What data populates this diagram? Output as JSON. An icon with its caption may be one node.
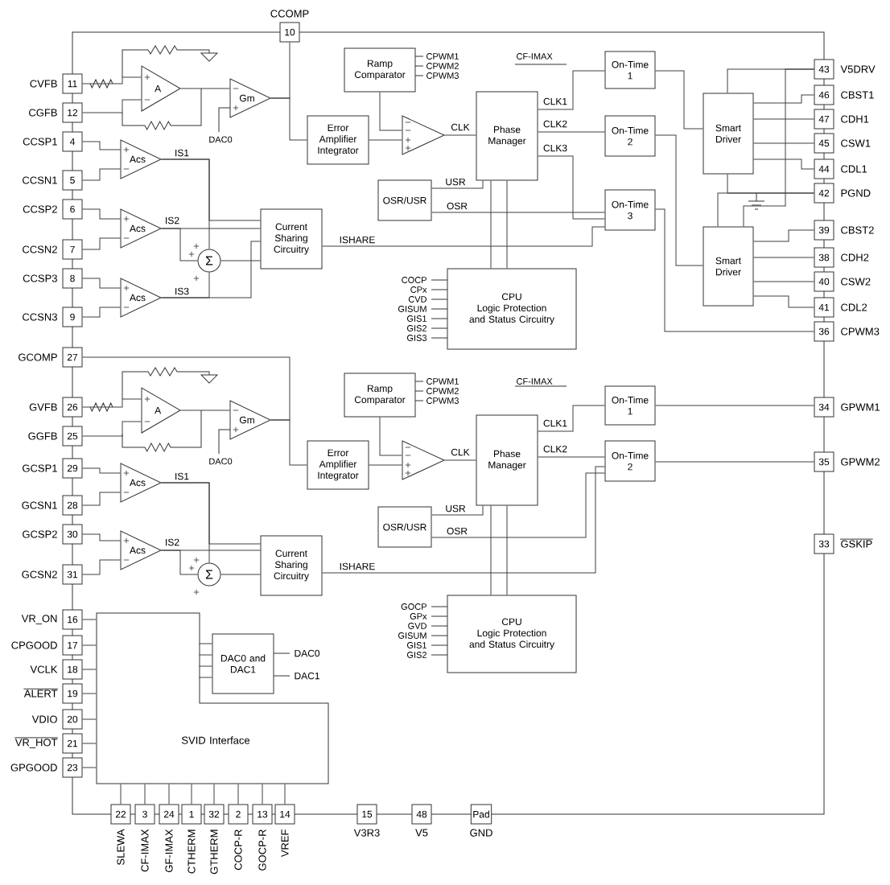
{
  "diagram": {
    "nodes": [
      {
        "text": [
          "10"
        ],
        "beside": [
          "CCOMP"
        ]
      },
      {
        "text": [
          "11"
        ],
        "beside": [
          "CVFB"
        ]
      },
      {
        "text": [
          "12"
        ],
        "beside": [
          "CGFB"
        ]
      },
      {
        "text": [
          "4"
        ],
        "beside": [
          "CCSP1"
        ]
      },
      {
        "text": [
          "5"
        ],
        "beside": [
          "CCSN1"
        ]
      },
      {
        "text": [
          "6"
        ],
        "beside": [
          "CCSP2"
        ]
      },
      {
        "text": [
          "7"
        ],
        "beside": [
          "CCSN2"
        ]
      },
      {
        "text": [
          "8"
        ],
        "beside": [
          "CCSP3"
        ]
      },
      {
        "text": [
          "9"
        ],
        "beside": [
          "CCSN3"
        ]
      },
      {
        "text": [
          "27"
        ],
        "beside": [
          "GCOMP"
        ]
      },
      {
        "text": [
          "26"
        ],
        "beside": [
          "GVFB"
        ]
      },
      {
        "text": [
          "25"
        ],
        "beside": [
          "GGFB"
        ]
      },
      {
        "text": [
          "29"
        ],
        "beside": [
          "GCSP1"
        ]
      },
      {
        "text": [
          "28"
        ],
        "beside": [
          "GCSN1"
        ]
      },
      {
        "text": [
          "30"
        ],
        "beside": [
          "GCSP2"
        ]
      },
      {
        "text": [
          "31"
        ],
        "beside": [
          "GCSN2"
        ]
      },
      {
        "text": [
          "16"
        ],
        "beside": [
          "VR_ON"
        ]
      },
      {
        "text": [
          "17"
        ],
        "beside": [
          "CPGOOD"
        ]
      },
      {
        "text": [
          "18"
        ],
        "beside": [
          "VCLK"
        ]
      },
      {
        "text": [
          "19"
        ],
        "beside": [
          "ALERT"
        ]
      },
      {
        "text": [
          "20"
        ],
        "beside": [
          "VDIO"
        ]
      },
      {
        "text": [
          "21"
        ],
        "beside": [
          "VR_HOT"
        ]
      },
      {
        "text": [
          "23"
        ],
        "beside": [
          "GPGOOD"
        ]
      },
      {
        "text": [
          "22"
        ],
        "beside": [
          "SLEWA"
        ]
      },
      {
        "text": [
          "3"
        ],
        "beside": [
          "CF-IMAX"
        ]
      },
      {
        "text": [
          "24"
        ],
        "beside": [
          "GF-IMAX"
        ]
      },
      {
        "text": [
          "1"
        ],
        "beside": [
          "CTHERM"
        ]
      },
      {
        "text": [
          "32"
        ],
        "beside": [
          "GTHERM"
        ]
      },
      {
        "text": [
          "2"
        ],
        "beside": [
          "COCP-R"
        ]
      },
      {
        "text": [
          "13"
        ],
        "beside": [
          "GOCP-R"
        ]
      },
      {
        "text": [
          "14"
        ],
        "beside": [
          "VREF"
        ]
      },
      {
        "text": [
          "15"
        ],
        "beside": [
          "V3R3"
        ]
      },
      {
        "text": [
          "48"
        ],
        "beside": [
          "V5"
        ]
      },
      {
        "text": [
          "Pad"
        ],
        "beside": [
          "GND"
        ]
      },
      {
        "text": [
          "43"
        ],
        "beside": [
          "V5DRV"
        ]
      },
      {
        "text": [
          "46"
        ],
        "beside": [
          "CBST1"
        ]
      },
      {
        "text": [
          "47"
        ],
        "beside": [
          "CDH1"
        ]
      },
      {
        "text": [
          "45"
        ],
        "beside": [
          "CSW1"
        ]
      },
      {
        "text": [
          "44"
        ],
        "beside": [
          "CDL1"
        ]
      },
      {
        "text": [
          "42"
        ],
        "beside": [
          "PGND"
        ]
      },
      {
        "text": [
          "39"
        ],
        "beside": [
          "CBST2"
        ]
      },
      {
        "text": [
          "38"
        ],
        "beside": [
          "CDH2"
        ]
      },
      {
        "text": [
          "40"
        ],
        "beside": [
          "CSW2"
        ]
      },
      {
        "text": [
          "41"
        ],
        "beside": [
          "CDL2"
        ]
      },
      {
        "text": [
          "36"
        ],
        "beside": [
          "CPWM3"
        ]
      },
      {
        "text": [
          "34"
        ],
        "beside": [
          "GPWM1"
        ]
      },
      {
        "text": [
          "35"
        ],
        "beside": [
          "GPWM2"
        ]
      },
      {
        "text": [
          "33"
        ],
        "beside": [
          "GSKIP"
        ]
      },
      {
        "text": [
          "A"
        ]
      },
      {
        "text": [
          "Gm"
        ],
        "beside": [
          "DAC0"
        ]
      },
      {
        "text": [
          "Acs"
        ]
      },
      {
        "text": [
          "Acs"
        ]
      },
      {
        "text": [
          "Acs"
        ]
      },
      {
        "text": [
          "Σ"
        ]
      },
      {
        "text": [
          "Current Sharing Circuitry"
        ]
      },
      {
        "text": [
          "Ramp Comparator"
        ],
        "beside": [
          "CPWM1",
          "CPWM2",
          "CPWM3"
        ]
      },
      {
        "text": [
          "Error Amplifier Integrator"
        ]
      },
      {
        "text": [],
        "shape": "triangle"
      },
      {
        "text": [
          "Phase Manager"
        ]
      },
      {
        "text": [
          "OSR/USR"
        ]
      },
      {
        "text": [
          "CPU",
          "Logic Protection and Status Circuitry"
        ],
        "beside": [
          "COCP",
          "CPx",
          "CVD",
          "GISUM",
          "GIS1",
          "GIS2",
          "GIS3"
        ]
      },
      {
        "text": [
          "On-Time 1"
        ]
      },
      {
        "text": [
          "On-Time 2"
        ]
      },
      {
        "text": [
          "On-Time 3"
        ]
      },
      {
        "text": [
          "Smart Driver"
        ]
      },
      {
        "text": [
          "Smart Driver"
        ]
      },
      {
        "text": [
          "A"
        ]
      },
      {
        "text": [
          "Gm"
        ],
        "beside": [
          "DAC0"
        ]
      },
      {
        "text": [
          "Acs"
        ]
      },
      {
        "text": [
          "Acs"
        ]
      },
      {
        "text": [
          "Σ"
        ]
      },
      {
        "text": [
          "Current Sharing Circuitry"
        ]
      },
      {
        "text": [
          "Ramp Comparator"
        ],
        "beside": [
          "CPWM1",
          "CPWM2",
          "CPWM3"
        ]
      },
      {
        "text": [
          "Error Amplifier Integrator"
        ]
      },
      {
        "text": [],
        "shape": "triangle"
      },
      {
        "text": [
          "Phase Manager"
        ]
      },
      {
        "text": [
          "OSR/USR"
        ]
      },
      {
        "text": [
          "CPU",
          "Logic Protection and Status Circuitry"
        ],
        "beside": [
          "GOCP",
          "GPx",
          "GVD",
          "GISUM",
          "GIS1",
          "GIS2"
        ]
      },
      {
        "text": [
          "On-Time 1"
        ]
      },
      {
        "text": [
          "On-Time 2"
        ]
      },
      {
        "text": [
          "DAC0 and DAC1"
        ]
      },
      {
        "text": [
          "SVID Interface"
        ]
      }
    ],
    "edges": [
      {
        "from": 1,
        "to": 48,
        "arrow": "none"
      },
      {
        "from": 2,
        "to": 48,
        "arrow": "none"
      },
      {
        "from": 48,
        "to": 49,
        "arrow": "none"
      },
      {
        "from": 49,
        "to": 0,
        "arrow": "none"
      },
      {
        "from": 49,
        "to": 56,
        "arrow": "none"
      },
      {
        "from": 56,
        "to": 57,
        "arrow": "none"
      },
      {
        "from": 55,
        "to": 57,
        "arrow": "none"
      },
      {
        "from": 57,
        "to": 58,
        "arrow": "none",
        "label": "CLK"
      },
      {
        "from": 58,
        "to": 61,
        "arrow": "none",
        "label": "CLK1"
      },
      {
        "from": 58,
        "to": 62,
        "arrow": "none",
        "label": "CLK2"
      },
      {
        "from": 58,
        "to": 63,
        "arrow": "none",
        "label": "CLK3"
      },
      {
        "from": 59,
        "to": 58,
        "arrow": "none",
        "label": "USR"
      },
      {
        "from": 59,
        "to": 63,
        "arrow": "none",
        "label": "OSR"
      },
      {
        "from": 54,
        "to": 63,
        "arrow": "none",
        "label": "ISHARE"
      },
      {
        "from": 50,
        "to": 53,
        "arrow": "none",
        "label": "IS1"
      },
      {
        "from": 51,
        "to": 53,
        "arrow": "none",
        "label": "IS2"
      },
      {
        "from": 52,
        "to": 53,
        "arrow": "none",
        "label": "IS3"
      },
      {
        "from": 53,
        "to": 54,
        "arrow": "none"
      },
      {
        "from": 50,
        "to": 54,
        "arrow": "none"
      },
      {
        "from": 51,
        "to": 54,
        "arrow": "none"
      },
      {
        "from": 52,
        "to": 54,
        "arrow": "none"
      },
      {
        "from": 3,
        "to": 50,
        "arrow": "none"
      },
      {
        "from": 4,
        "to": 50,
        "arrow": "none"
      },
      {
        "from": 5,
        "to": 51,
        "arrow": "none"
      },
      {
        "from": 6,
        "to": 51,
        "arrow": "none"
      },
      {
        "from": 7,
        "to": 52,
        "arrow": "none"
      },
      {
        "from": 8,
        "to": 52,
        "arrow": "none"
      },
      {
        "from": 60,
        "to": 58,
        "arrow": "none"
      },
      {
        "from": 60,
        "to": 58,
        "arrow": "none"
      },
      {
        "from": 61,
        "to": 64,
        "arrow": "none"
      },
      {
        "from": 62,
        "to": 65,
        "arrow": "none"
      },
      {
        "from": 63,
        "to": 44,
        "arrow": "none"
      },
      {
        "from": 64,
        "to": 34,
        "arrow": "none"
      },
      {
        "from": 64,
        "to": 35,
        "arrow": "none"
      },
      {
        "from": 64,
        "to": 36,
        "arrow": "none"
      },
      {
        "from": 64,
        "to": 37,
        "arrow": "none"
      },
      {
        "from": 64,
        "to": 38,
        "arrow": "none"
      },
      {
        "from": 64,
        "to": 39,
        "arrow": "none"
      },
      {
        "from": 65,
        "to": 34,
        "arrow": "none"
      },
      {
        "from": 65,
        "to": 39,
        "arrow": "none"
      },
      {
        "from": 65,
        "to": 40,
        "arrow": "none"
      },
      {
        "from": 65,
        "to": 41,
        "arrow": "none"
      },
      {
        "from": 65,
        "to": 42,
        "arrow": "none"
      },
      {
        "from": 65,
        "to": 43,
        "arrow": "none"
      },
      {
        "from": 10,
        "to": 66,
        "arrow": "none"
      },
      {
        "from": 11,
        "to": 66,
        "arrow": "none"
      },
      {
        "from": 66,
        "to": 67,
        "arrow": "none"
      },
      {
        "from": 9,
        "to": 67,
        "arrow": "none"
      },
      {
        "from": 67,
        "to": 73,
        "arrow": "none"
      },
      {
        "from": 73,
        "to": 74,
        "arrow": "none"
      },
      {
        "from": 72,
        "to": 74,
        "arrow": "none"
      },
      {
        "from": 74,
        "to": 75,
        "arrow": "none",
        "label": "CLK"
      },
      {
        "from": 75,
        "to": 78,
        "arrow": "none",
        "label": "CLK1"
      },
      {
        "from": 75,
        "to": 79,
        "arrow": "none",
        "label": "CLK2"
      },
      {
        "from": 76,
        "to": 75,
        "arrow": "none",
        "label": "USR"
      },
      {
        "from": 76,
        "to": 79,
        "arrow": "none",
        "label": "OSR"
      },
      {
        "from": 71,
        "to": 79,
        "arrow": "none",
        "label": "ISHARE"
      },
      {
        "from": 77,
        "to": 75,
        "arrow": "none"
      },
      {
        "from": 77,
        "to": 75,
        "arrow": "none"
      },
      {
        "from": 68,
        "to": 70,
        "arrow": "none",
        "label": "IS1"
      },
      {
        "from": 69,
        "to": 70,
        "arrow": "none",
        "label": "IS2"
      },
      {
        "from": 70,
        "to": 71,
        "arrow": "none"
      },
      {
        "from": 68,
        "to": 71,
        "arrow": "none"
      },
      {
        "from": 69,
        "to": 71,
        "arrow": "none"
      },
      {
        "from": 12,
        "to": 68,
        "arrow": "none"
      },
      {
        "from": 13,
        "to": 68,
        "arrow": "none"
      },
      {
        "from": 14,
        "to": 69,
        "arrow": "none"
      },
      {
        "from": 15,
        "to": 69,
        "arrow": "none"
      },
      {
        "from": 78,
        "to": 45,
        "arrow": "none"
      },
      {
        "from": 79,
        "to": 46,
        "arrow": "none"
      },
      {
        "from": 16,
        "to": 81,
        "arrow": "none"
      },
      {
        "from": 17,
        "to": 81,
        "arrow": "none"
      },
      {
        "from": 18,
        "to": 81,
        "arrow": "none"
      },
      {
        "from": 19,
        "to": 81,
        "arrow": "none"
      },
      {
        "from": 20,
        "to": 81,
        "arrow": "none"
      },
      {
        "from": 21,
        "to": 81,
        "arrow": "none"
      },
      {
        "from": 22,
        "to": 81,
        "arrow": "none"
      },
      {
        "from": 81,
        "to": 80,
        "arrow": "none"
      },
      {
        "from": 81,
        "to": 80,
        "arrow": "none"
      },
      {
        "from": 81,
        "to": 80,
        "arrow": "none"
      },
      {
        "from": 81,
        "to": 80,
        "arrow": "none"
      },
      {
        "from": 23,
        "to": 81,
        "arrow": "none"
      },
      {
        "from": 24,
        "to": 81,
        "arrow": "none"
      },
      {
        "from": 25,
        "to": 81,
        "arrow": "none"
      },
      {
        "from": 26,
        "to": 81,
        "arrow": "none"
      },
      {
        "from": 27,
        "to": 81,
        "arrow": "none"
      },
      {
        "from": 28,
        "to": 81,
        "arrow": "none"
      },
      {
        "from": 29,
        "to": 81,
        "arrow": "none"
      },
      {
        "from": 30,
        "to": 81,
        "arrow": "none"
      }
    ],
    "labels": [
      "CF-IMAX",
      "CF-IMAX",
      "DAC0",
      "DAC1"
    ]
  }
}
